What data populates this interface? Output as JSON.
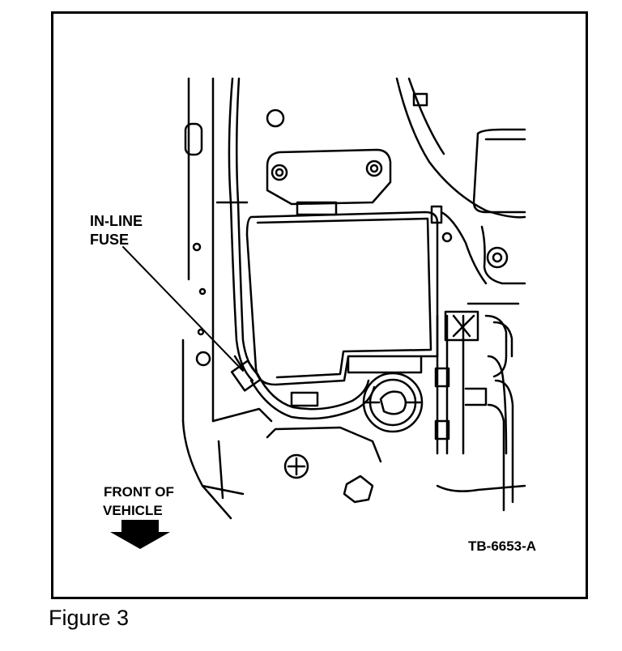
{
  "figure": {
    "callout_line1": "IN-LINE",
    "callout_line2": "FUSE",
    "direction_line1": "FRONT OF",
    "direction_line2": "VEHICLE",
    "drawing_code": "TB-6653-A",
    "caption": "Figure 3"
  }
}
